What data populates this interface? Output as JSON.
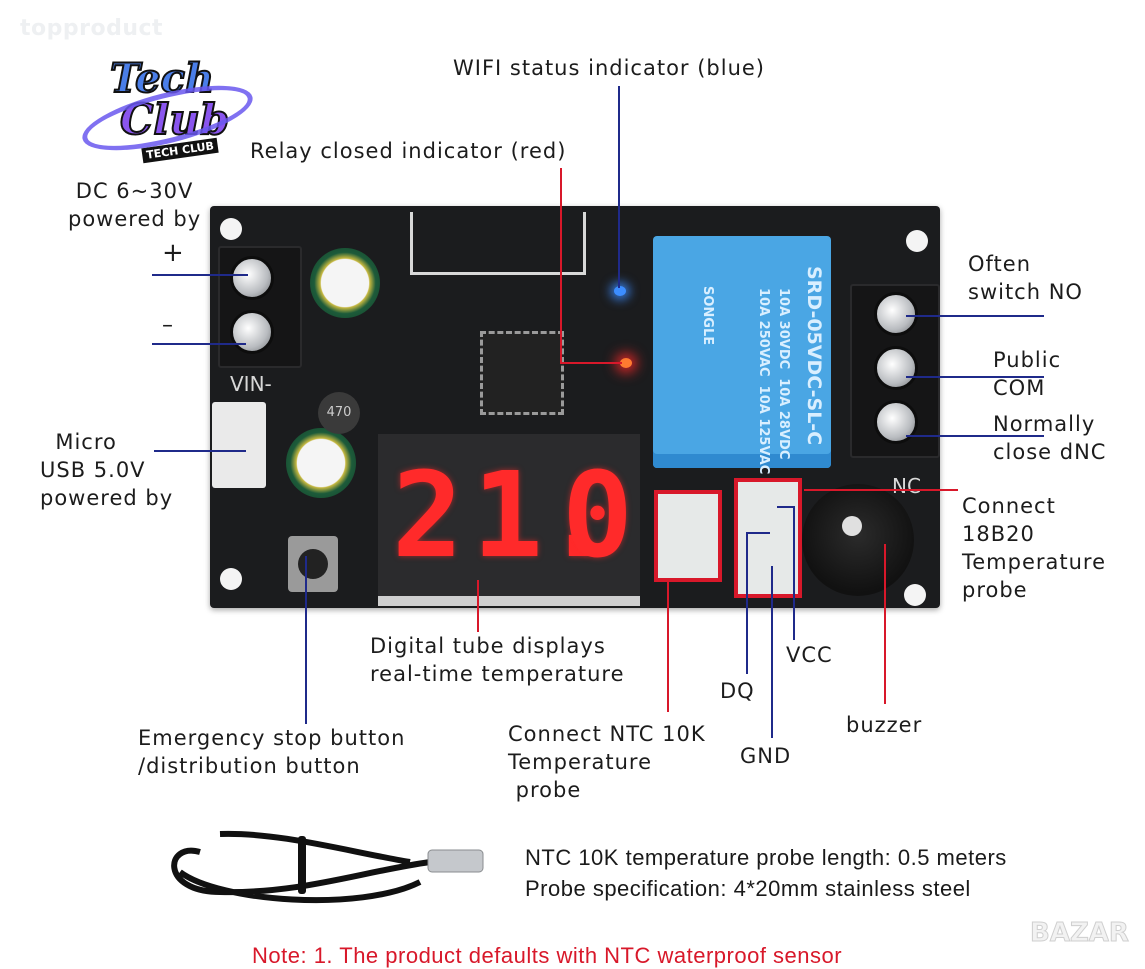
{
  "watermark": "topproduct",
  "logo": {
    "line1": "Tech",
    "line2": "Club",
    "badge": "TECH CLUB"
  },
  "labels": {
    "wifi_indicator": "WIFI status indicator (blue)",
    "relay_indicator": "Relay closed indicator (red)",
    "dc_power": "DC 6~30V\npowered by",
    "plus": "+",
    "minus": "–",
    "micro_usb": "  Micro\nUSB 5.0V\npowered by",
    "often_no": "Often\nswitch NO",
    "public_com": "Public\nCOM",
    "normally_nc": "Normally\nclose dNC",
    "connect_18b20": "Connect\n18B20\nTemperature\nprobe",
    "digital_tube": "Digital tube displays\nreal-time temperature",
    "vcc": "VCC",
    "dq": "DQ",
    "gnd": "GND",
    "buzzer": "buzzer",
    "emergency_stop": "Emergency stop button\n/distribution button",
    "connect_ntc": "Connect NTC 10K\nTemperature\n probe"
  },
  "board": {
    "display_value": "21.0",
    "digits": [
      "2",
      "1.",
      "0."
    ],
    "silk_vin": "VIN-",
    "silk_nc": "NC",
    "relay": {
      "brand": "SONGLE",
      "model": "SRD-05VDC-SL-C",
      "rating1": "10A 250VAC  10A 125VAC",
      "rating2": "10A 30VDC  10A 28VDC"
    },
    "inductor": "470"
  },
  "probe_specs": {
    "length": "NTC 10K temperature probe length: 0.5 meters",
    "spec": "Probe specification: 4*20mm stainless steel"
  },
  "note": "Note: 1. The product defaults with NTC waterproof sensor",
  "corner_mark": "BAZAR",
  "colors": {
    "blue_leader": "#1f2a8a",
    "red_leader": "#d8182a",
    "display_red": "#ff2a2a",
    "relay_blue": "#4aa6e4"
  }
}
